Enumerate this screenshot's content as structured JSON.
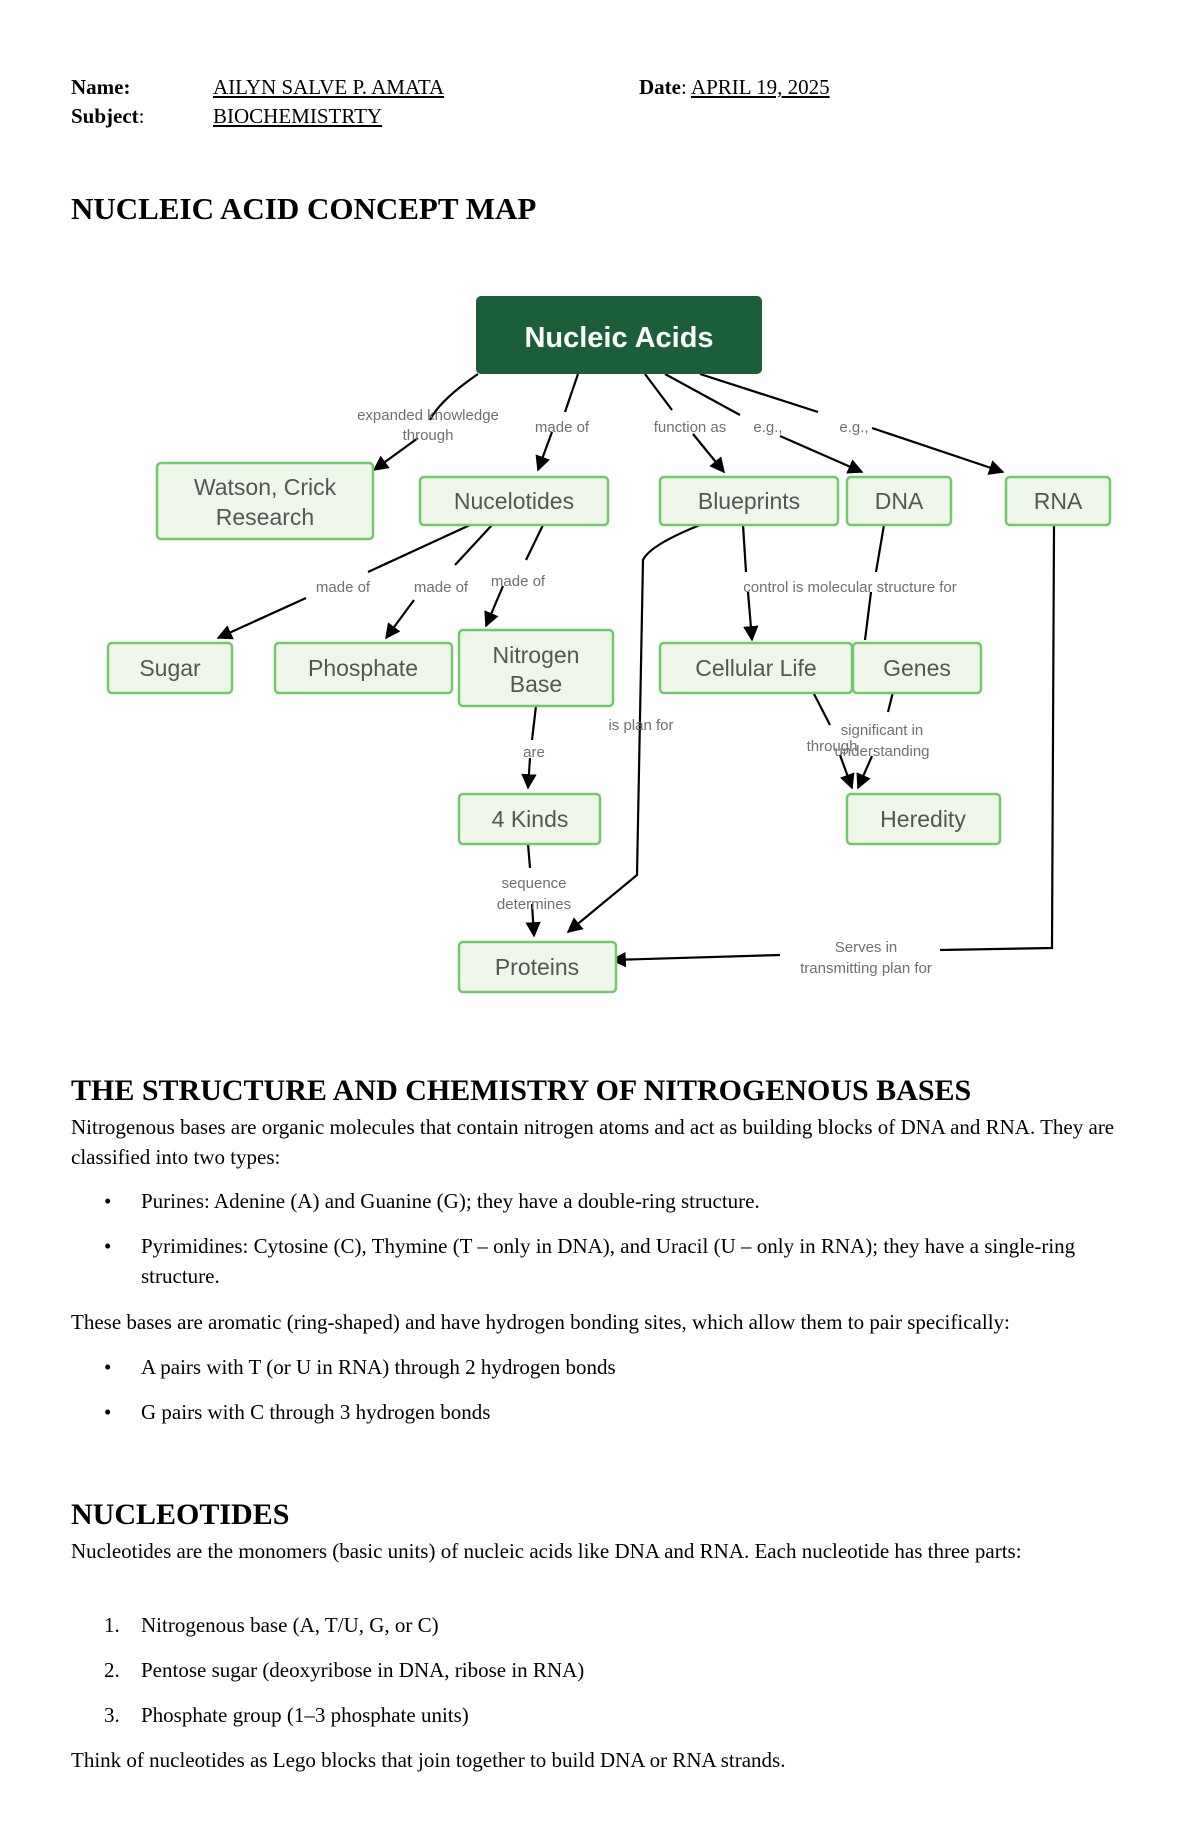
{
  "header": {
    "name_label": "Name:",
    "name_value": "AILYN SALVE P. AMATA",
    "date_label": "Date",
    "date_value": "APRIL 19, 2025",
    "subject_label": "Subject",
    "subject_value": "BIOCHEMISTRTY"
  },
  "title": "NUCLEIC ACID CONCEPT MAP",
  "concept_map": {
    "root": "Nucleic Acids",
    "nodes": {
      "watson_line1": "Watson, Crick",
      "watson_line2": "Research",
      "nucleotides": "Nucelotides",
      "blueprints": "Blueprints",
      "dna": "DNA",
      "rna": "RNA",
      "sugar": "Sugar",
      "phosphate": "Phosphate",
      "nitrogen_line1": "Nitrogen",
      "nitrogen_line2": "Base",
      "cellular_life": "Cellular Life",
      "genes": "Genes",
      "four_kinds": "4 Kinds",
      "heredity": "Heredity",
      "proteins": "Proteins"
    },
    "links": {
      "expanded_line1": "expanded knowledge",
      "expanded_line2": "through",
      "made_of_root": "made of",
      "function_as": "function as",
      "eg_dna": "e.g.,",
      "eg_rna": "e.g.,",
      "made_of_sugar": "made of",
      "made_of_phosphate": "made of",
      "made_of_nitrogen": "made of",
      "control": "control is molecular structure for",
      "is_plan_for": "is plan for",
      "are": "are",
      "through": "through",
      "significant_line1": "significant in",
      "significant_line2": "understanding",
      "sequence_line1": "sequence",
      "sequence_line2": "determines",
      "serves_line1": "Serves in",
      "serves_line2": "transmitting plan for"
    }
  },
  "sections": {
    "bases": {
      "title": "THE STRUCTURE AND CHEMISTRY OF NITROGENOUS BASES",
      "intro": "Nitrogenous bases are organic molecules that contain nitrogen atoms and act as building blocks of DNA and RNA. They are classified into two types:",
      "types": [
        "Purines: Adenine (A) and Guanine (G); they have a double-ring structure.",
        "Pyrimidines: Cytosine (C), Thymine (T – only in DNA), and Uracil (U – only in RNA); they have a single-ring structure."
      ],
      "pairing_intro": "These bases are aromatic (ring-shaped) and have hydrogen bonding sites, which allow them to pair specifically:",
      "pairs": [
        "A pairs with T (or U in RNA) through 2 hydrogen bonds",
        "G pairs with C through 3 hydrogen bonds"
      ],
      "bullet": "•"
    },
    "nucleotides": {
      "title": "NUCLEOTIDES",
      "intro": "Nucleotides are the monomers (basic units) of nucleic acids like DNA and RNA. Each nucleotide has three parts:",
      "parts": [
        "Nitrogenous base (A, T/U, G, or C)",
        "Pentose sugar (deoxyribose in DNA, ribose in RNA)",
        "Phosphate group (1–3 phosphate units)"
      ],
      "numbers": [
        "1.",
        "2.",
        "3."
      ],
      "closing": "Think of nucleotides as Lego blocks that join together to build DNA or RNA strands."
    }
  },
  "colors": {
    "root_fill": "#1b5e3a",
    "node_fill": "#eef7ea",
    "node_border": "#73c86a",
    "node_text": "#555555",
    "link_text": "#707070"
  }
}
